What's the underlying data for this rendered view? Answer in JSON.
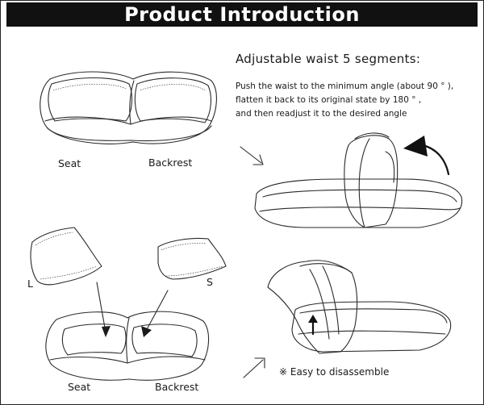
{
  "header": {
    "title": "Product Introduction"
  },
  "adjust": {
    "heading": "Adjustable waist 5 segments:",
    "lines": [
      "Push the waist to the minimum angle (about 90 ° ),",
      " flatten it back to its original state by 180 ° ,",
      "and then readjust it to the desired angle"
    ]
  },
  "top_labels": {
    "seat": "Seat",
    "backrest": "Backrest"
  },
  "cushion_labels": {
    "large": "L",
    "small": "S"
  },
  "bottom_labels": {
    "seat": "Seat",
    "backrest": "Backrest"
  },
  "note": {
    "symbol": "※",
    "text": "Easy to disassemble"
  },
  "colors": {
    "banner_bg": "#111111",
    "banner_text": "#ffffff",
    "ink": "#2a2a2a"
  }
}
